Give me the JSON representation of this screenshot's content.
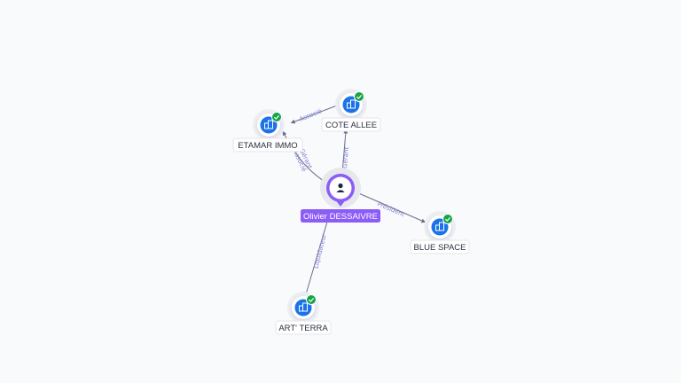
{
  "person": {
    "label": "Olivier DESSAIVRE",
    "icon": "person-icon"
  },
  "companies": [
    {
      "id": "cote",
      "label": "COTE ALLEE",
      "icon": "building-icon",
      "verified": true
    },
    {
      "id": "etamar",
      "label": "ETAMAR IMMO",
      "icon": "building-icon",
      "verified": true
    },
    {
      "id": "blue",
      "label": "BLUE SPACE",
      "icon": "building-icon",
      "verified": true
    },
    {
      "id": "art",
      "label": "ART' TERRA",
      "icon": "building-icon",
      "verified": true
    }
  ],
  "relations": [
    {
      "from": "person",
      "to": "cote",
      "labels": [
        "Gérant"
      ]
    },
    {
      "from": "cote",
      "to": "etamar",
      "labels": [
        "Associé"
      ]
    },
    {
      "from": "person",
      "to": "etamar",
      "labels": [
        "Gérant",
        "Associé"
      ]
    },
    {
      "from": "person",
      "to": "blue",
      "labels": [
        "Président"
      ]
    },
    {
      "from": "person",
      "to": "art",
      "labels": [
        "Liquidateur"
      ]
    }
  ],
  "colors": {
    "accent": "#8b5cf6",
    "company": "#1a73e8",
    "verified": "#16a34a",
    "edge": "#6b6f86",
    "edge_label": "#7f7fd8"
  }
}
